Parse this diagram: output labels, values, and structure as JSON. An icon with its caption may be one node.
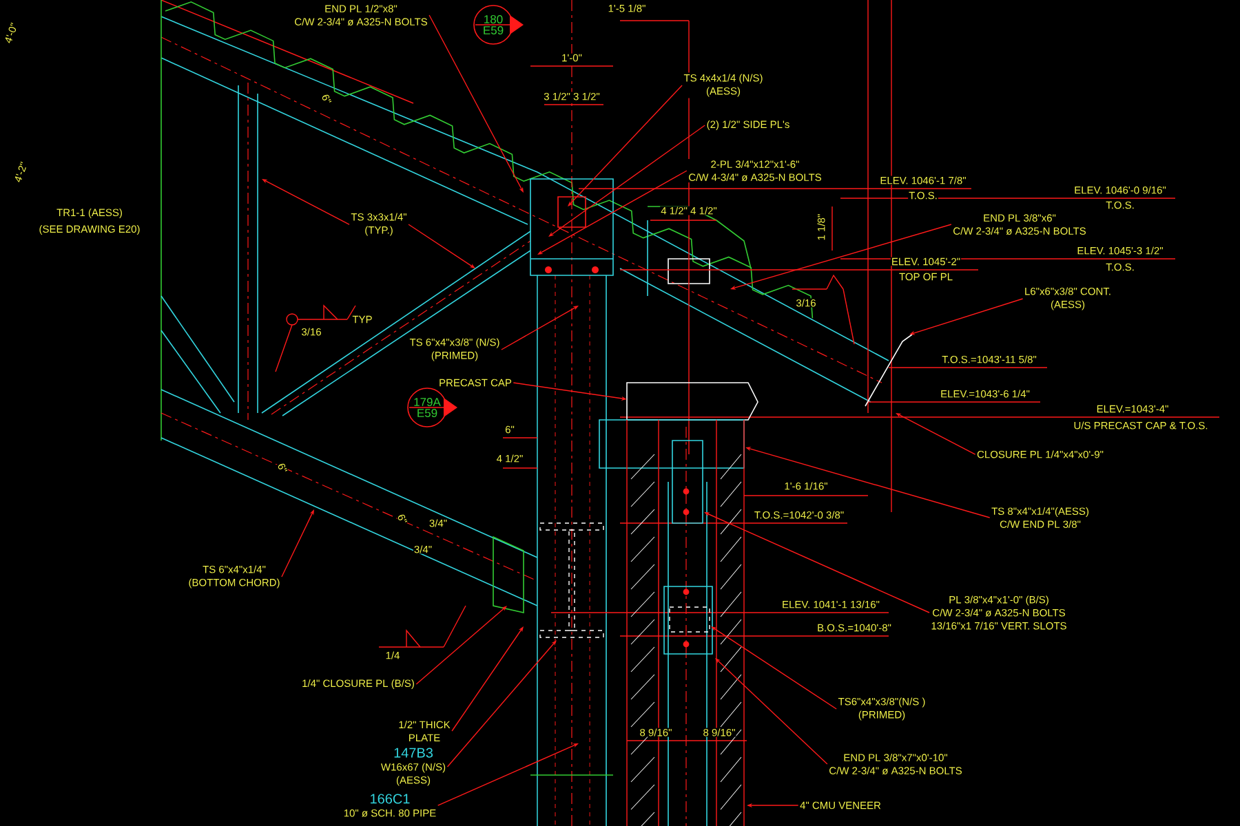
{
  "diagram": {
    "nodes": [
      {
        "text": [
          "END PL 1/2\"x8\"",
          "C/W 2-3/4\" ø A325-N BOLTS"
        ]
      },
      {
        "text": [
          "180",
          "E59"
        ]
      },
      {
        "text": [
          "TS 3x3x1/4\"",
          "(TYP.)"
        ]
      },
      {
        "text": [
          "TS 6\"x4\"x3/8\" (N/S)",
          "(PRIMED)"
        ]
      },
      {
        "text": [
          "PRECAST CAP"
        ]
      },
      {
        "text": [
          "TS 4x4x1/4 (N/S)",
          "(AESS)"
        ]
      },
      {
        "text": [
          "(2) 1/2\" SIDE PL's"
        ]
      },
      {
        "text": [
          "2-PL 3/4\"x12\"x1'-6\"",
          "C/W 4-3/4\" ø A325-N BOLTS"
        ]
      },
      {
        "text": [
          "END PL 3/8\"x6\"",
          "C/W 2-3/4\" ø A325-N BOLTS"
        ]
      },
      {
        "text": [
          "L6\"x6\"x3/8\" CONT.",
          "(AESS)"
        ]
      },
      {
        "text": [
          "CLOSURE PL 1/4\"x4\"x0'-9\""
        ]
      },
      {
        "text": [
          "TS 8\"x4\"x1/4\"(AESS)",
          "C/W END PL 3/8\""
        ]
      },
      {
        "text": [
          "PL 3/8\"x4\"x1'-0\" (B/S)",
          "C/W 2-3/4\" ø A325-N BOLTS",
          "13/16\"x1 7/16\" VERT. SLOTS"
        ]
      },
      {
        "text": [
          "TS6\"x4\"x3/8\"(N/S )",
          "(PRIMED)"
        ]
      },
      {
        "text": [
          "END PL 3/8\"x7\"x0'-10\"",
          "C/W 2-3/4\" ø A325-N BOLTS"
        ]
      },
      {
        "text": [
          "4\" CMU VENEER"
        ]
      },
      {
        "text": [
          "TS 6\"x4\"x1/4\"",
          "(BOTTOM CHORD)"
        ]
      },
      {
        "text": [
          "1/4\" CLOSURE PL (B/S)"
        ]
      },
      {
        "text": [
          "1/2\" THICK",
          "PLATE"
        ]
      },
      {
        "text": [
          "147B3",
          "W16x67 (N/S)",
          "(AESS)"
        ]
      },
      {
        "text": [
          "166C1",
          "10\" ø SCH. 80 PIPE"
        ]
      },
      {
        "text": [
          "179A",
          "E59"
        ]
      }
    ],
    "edges": [
      {
        "from": 0,
        "to": null,
        "arrow": "to"
      },
      {
        "from": 2,
        "to": null,
        "arrow": "to"
      },
      {
        "from": 2,
        "to": null,
        "arrow": "to"
      },
      {
        "from": 3,
        "to": null,
        "arrow": "to"
      },
      {
        "from": 4,
        "to": null,
        "arrow": "to"
      },
      {
        "from": 5,
        "to": null,
        "arrow": "to"
      },
      {
        "from": 6,
        "to": null,
        "arrow": "to"
      },
      {
        "from": 7,
        "to": null,
        "arrow": "to"
      },
      {
        "from": 8,
        "to": null,
        "arrow": "to"
      },
      {
        "from": 9,
        "to": null,
        "arrow": "to"
      },
      {
        "from": 10,
        "to": null,
        "arrow": "to"
      },
      {
        "from": 11,
        "to": null,
        "arrow": "to"
      },
      {
        "from": 12,
        "to": null,
        "arrow": "to"
      },
      {
        "from": 13,
        "to": null,
        "arrow": "to"
      },
      {
        "from": 14,
        "to": null,
        "arrow": "to"
      },
      {
        "from": 15,
        "to": null,
        "arrow": "to"
      },
      {
        "from": 16,
        "to": null,
        "arrow": "to"
      },
      {
        "from": 17,
        "to": null,
        "arrow": "to"
      },
      {
        "from": 18,
        "to": null,
        "arrow": "to"
      },
      {
        "from": 19,
        "to": null,
        "arrow": "to"
      },
      {
        "from": 20,
        "to": null,
        "arrow": "to"
      }
    ],
    "labels": [
      "TR1-1 (AESS)",
      "(SEE DRAWING E20)",
      "4'-0\"",
      "4'-2\"",
      "1'-5 1/8\"",
      "1'-0\"",
      "3 1/2\" 3 1/2\"",
      "6\"",
      "3/16",
      "TYP",
      "ELEV. 1046'-1 7/8\"",
      "T.O.S.",
      "ELEV. 1046'-0 9/16\"",
      "T.O.S.",
      "4 1/2\" 4 1/2\"",
      "1 1/8\"",
      "ELEV. 1045'-2\"",
      "TOP OF PL",
      "ELEV. 1045'-3 1/2\"",
      "T.O.S.",
      "3/16",
      "T.O.S.=1043'-11 5/8\"",
      "ELEV.=1043'-6 1/4\"",
      "ELEV.=1043'-4\"",
      "U/S PRECAST CAP & T.O.S.",
      "6\"",
      "4 1/2\"",
      "6\"",
      "1'-6 1/16\"",
      "6\"",
      "3/4\"",
      "3/4\"",
      "T.O.S.=1042'-0 3/8\"",
      "ELEV. 1041'-1 13/16\"",
      "B.O.S.=1040'-8\"",
      "1/4",
      "8 9/16\"",
      "8 9/16\""
    ]
  }
}
